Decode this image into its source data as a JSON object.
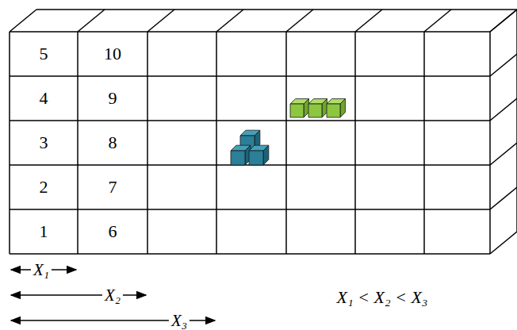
{
  "diagram": {
    "labels": [
      "5",
      "10",
      "4",
      "9",
      "3",
      "8",
      "2",
      "7",
      "1",
      "6",
      "X₁",
      "X₂",
      "X₃",
      "X₁ < X₂ < X₃"
    ]
  }
}
